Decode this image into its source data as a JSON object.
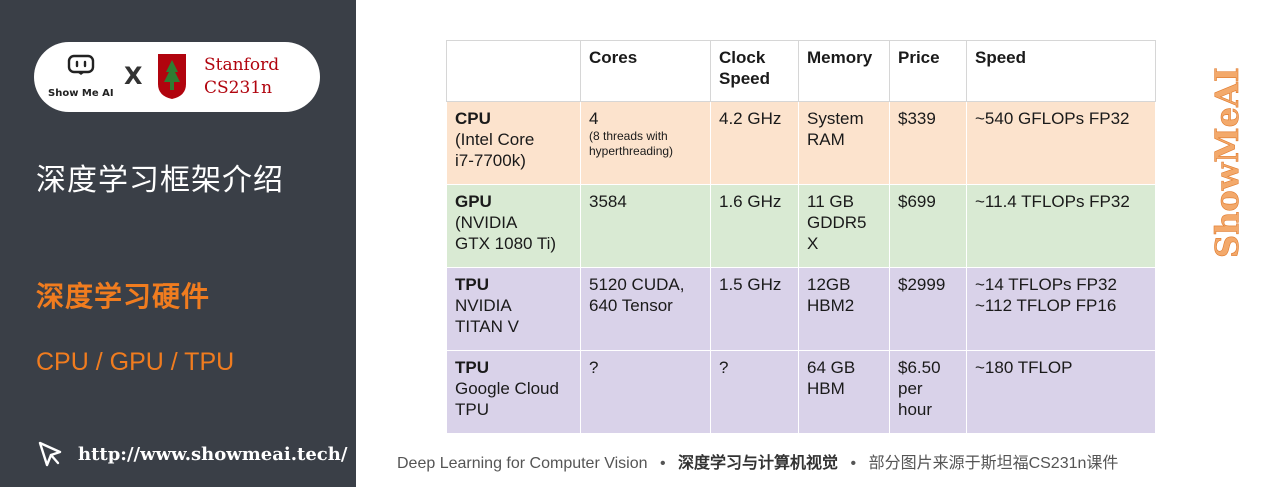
{
  "logo": {
    "showmeai_label": "Show Me AI",
    "times": "X",
    "stanford": "Stanford",
    "course": "CS231n"
  },
  "sidebar": {
    "title": "深度学习框架介绍",
    "section": "深度学习硬件",
    "subtitle": "CPU / GPU / TPU",
    "url": "http://www.showmeai.tech/"
  },
  "table": {
    "headers": [
      "",
      "Cores",
      "Clock\nSpeed",
      "Memory",
      "Price",
      "Speed"
    ],
    "rows": [
      {
        "name": "CPU",
        "detail": "(Intel Core\ni7-7700k)",
        "cores": "4",
        "cores_note": "(8 threads with hyperthreading)",
        "clock": "4.2 GHz",
        "memory": "System\nRAM",
        "price": "$339",
        "speed": "~540 GFLOPs FP32",
        "color": "#fce3cd"
      },
      {
        "name": "GPU",
        "detail": "(NVIDIA\nGTX 1080 Ti)",
        "cores": "3584",
        "clock": "1.6 GHz",
        "memory": "11 GB\nGDDR5\nX",
        "price": "$699",
        "speed": "~11.4 TFLOPs FP32",
        "color": "#d9ead3"
      },
      {
        "name": "TPU",
        "detail": "NVIDIA\nTITAN V",
        "cores": "5120 CUDA,\n640 Tensor",
        "clock": "1.5 GHz",
        "memory": "12GB\nHBM2",
        "price": "$2999",
        "speed": "~14 TFLOPs FP32\n~112 TFLOP FP16",
        "color": "#d9d2e9"
      },
      {
        "name": "TPU",
        "detail": "Google Cloud\nTPU",
        "cores": "?",
        "clock": "?",
        "memory": "64 GB\nHBM",
        "price": "$6.50\nper\nhour",
        "speed": "~180 TFLOP",
        "color": "#d9d2e9"
      }
    ]
  },
  "watermark": "ShowMeAI",
  "footer": {
    "part1": "Deep Learning for Computer Vision",
    "sep": "•",
    "part2": "深度学习与计算机视觉",
    "part3": "部分图片来源于斯坦福CS231n课件"
  },
  "colors": {
    "sidebar_bg": "#3a3f47",
    "accent_orange": "#f07c1f",
    "stanford_red": "#b1040e",
    "cpu_row": "#fce3cd",
    "gpu_row": "#d9ead3",
    "tpu_row": "#d9d2e9"
  }
}
